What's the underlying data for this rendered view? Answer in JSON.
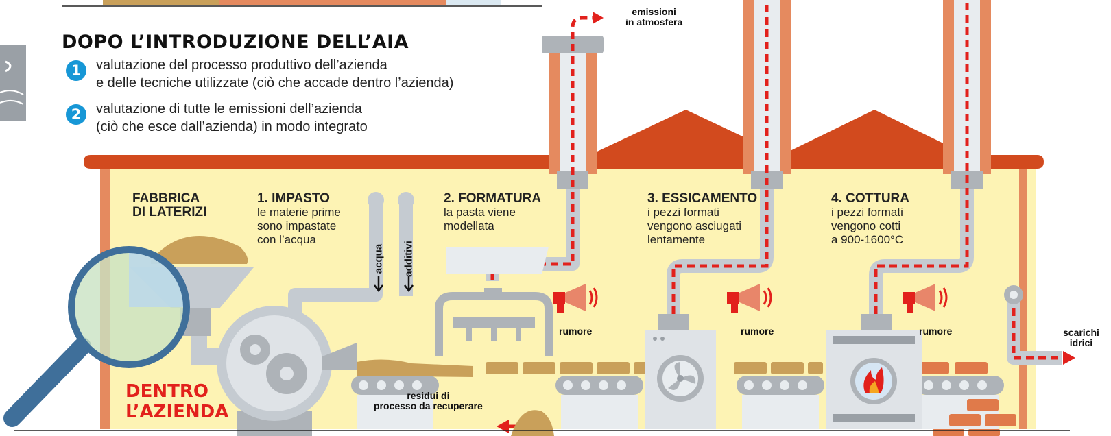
{
  "header": {
    "title": "DOPO L’INTRODUZIONE DELL’AIA",
    "points": [
      {
        "num": "1",
        "line1": "valutazione del processo produttivo dell’azienda",
        "line2": "e delle tecniche utilizzate (ciò che accade dentro l’azienda)"
      },
      {
        "num": "2",
        "line1": "valutazione di tutte le emissioni dell’azienda",
        "line2": "(ciò che esce dall’azienda) in modo integrato"
      }
    ]
  },
  "factory": {
    "name_line1": "FABBRICA",
    "name_line2": "DI LATERIZI",
    "inside_line1": "DENTRO",
    "inside_line2": "L’AZIENDA"
  },
  "stages": [
    {
      "title": "1. IMPASTO",
      "lines": [
        "le materie prime",
        "sono impastate",
        "con l’acqua"
      ]
    },
    {
      "title": "2. FORMATURA",
      "lines": [
        "la pasta viene",
        "modellata"
      ]
    },
    {
      "title": "3. ESSICAMENTO",
      "lines": [
        "i pezzi formati",
        "vengono asciugati",
        "lentamente"
      ]
    },
    {
      "title": "4. COTTURA",
      "lines": [
        "i pezzi formati",
        "vengono cotti",
        "a 900-1600°C"
      ]
    }
  ],
  "inputs": {
    "water": "acqua",
    "additives": "additivi"
  },
  "labels": {
    "emissions_line1": "emissioni",
    "emissions_line2": "in atmosfera",
    "noise": "rumore",
    "residues_line1": "residui di",
    "residues_line2": "processo da recuperare",
    "water_discharge_line1": "scarichi",
    "water_discharge_line2": "idrici"
  },
  "colors": {
    "badge": "#1797d6",
    "roof": "#d24a1e",
    "wall": "#fdf3b4",
    "chimney": "#e58a5f",
    "flow": "#e2211c",
    "pipe": "#c5cbd1",
    "clay": "#c9a05a"
  }
}
